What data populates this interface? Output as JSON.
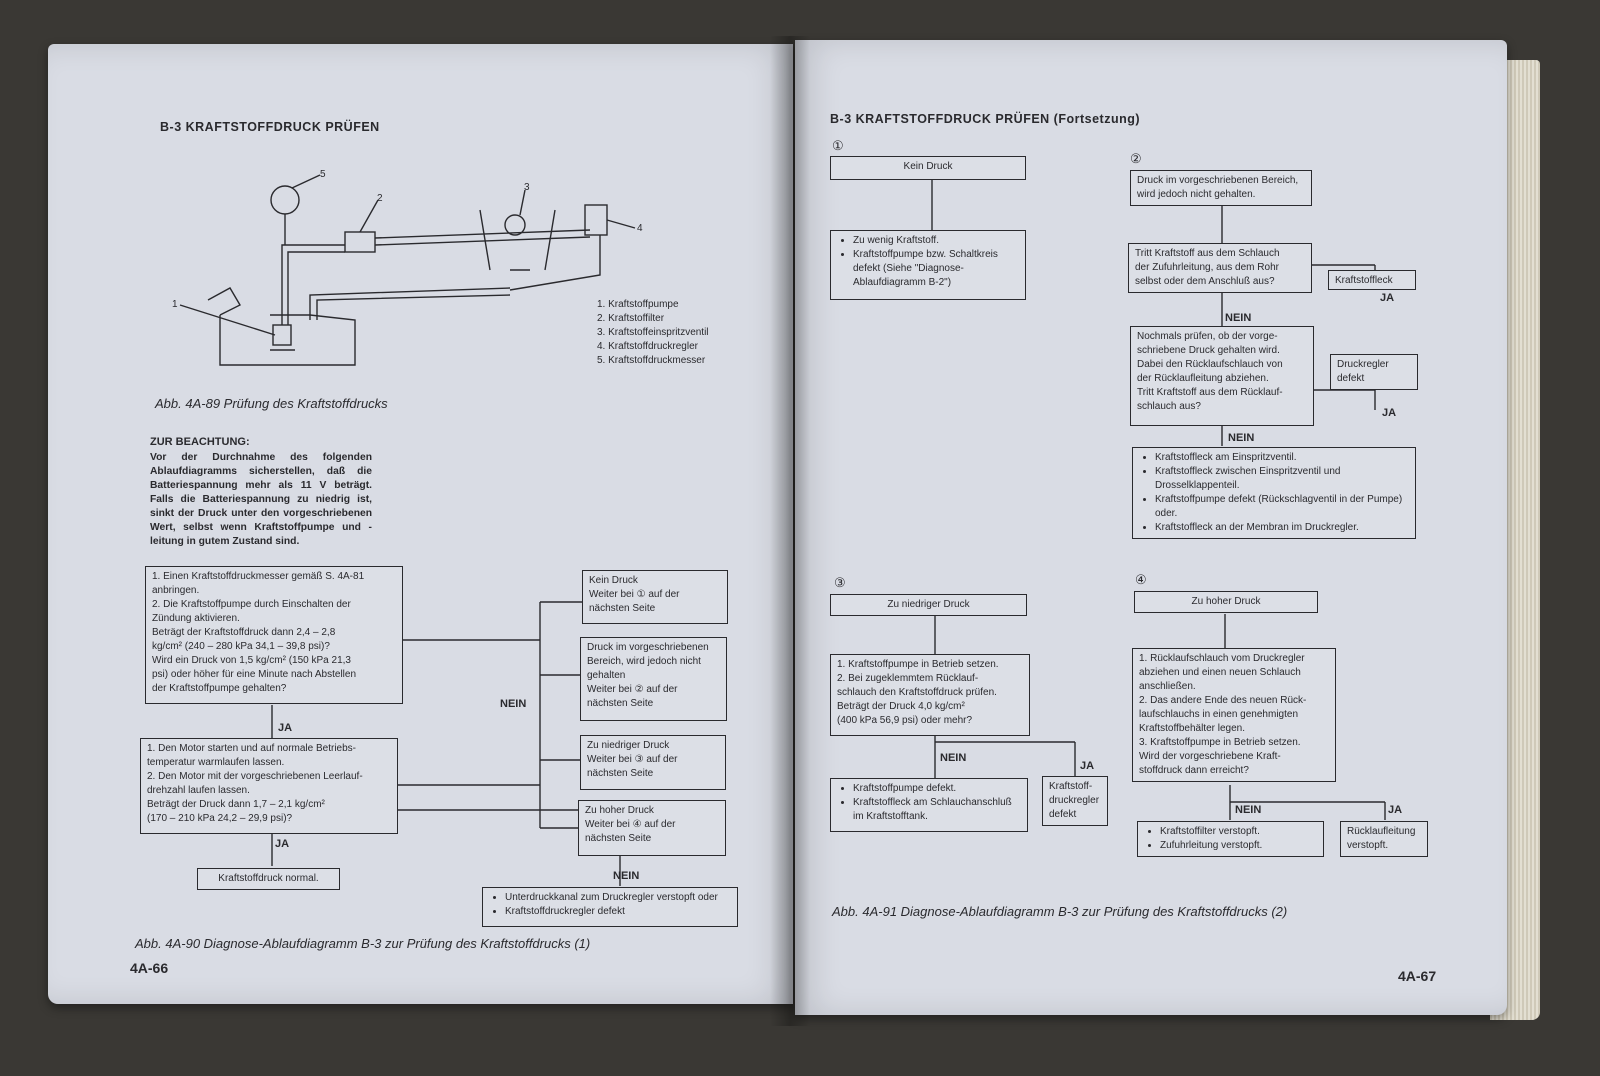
{
  "left_page": {
    "heading": "B-3 KRAFTSTOFFDRUCK PRÜFEN",
    "figure_caption_1": "Abb. 4A-89 Prüfung des Kraftstoffdrucks",
    "figure_numbers": [
      "1",
      "2",
      "3",
      "4",
      "5"
    ],
    "legend": [
      "1. Kraftstoffpumpe",
      "2. Kraftstoffilter",
      "3. Kraftstoffeinspritzventil",
      "4. Kraftstoffdruckregler",
      "5. Kraftstoffdruckmesser"
    ],
    "note_title": "ZUR BEACHTUNG:",
    "note_text": "Vor der Durchnahme des folgenden Ablaufdiagramms sicherstellen, daß die Batteriespannung mehr als 11 V beträgt. Falls die Batteriespannung zu niedrig ist, sinkt der Druck unter den vorgeschriebenen Wert, selbst wenn Kraftstoffpumpe und -leitung in gutem Zustand sind.",
    "box_a": "1. Einen Kraftstoffdruckmesser gemäß S. 4A-81\n   anbringen.\n2. Die Kraftstoffpumpe durch Einschalten der\n   Zündung aktivieren.\n   Beträgt der Kraftstoffdruck dann 2,4 – 2,8\n   kg/cm² (240 – 280 kPa 34,1 – 39,8 psi)?\n   Wird ein Druck von 1,5 kg/cm² (150 kPa 21,3\n   psi) oder höher für eine Minute nach Abstellen\n   der Kraftstoffpumpe gehalten?",
    "box_b": "1. Den Motor starten und auf normale Betriebs-\n   temperatur warmlaufen lassen.\n2. Den Motor mit der vorgeschriebenen Leerlauf-\n   drehzahl laufen lassen.\n   Beträgt der Druck dann 1,7 – 2,1 kg/cm²\n   (170 – 210 kPa 24,2 – 29,9 psi)?",
    "box_normal": "Kraftstoffdruck normal.",
    "ja": "JA",
    "nein": "NEIN",
    "opt_1": "Kein Druck\nWeiter bei ① auf der\nnächsten Seite",
    "opt_2": "Druck im vorgeschriebenen\nBereich, wird jedoch nicht\ngehalten\nWeiter bei ② auf der\nnächsten Seite",
    "opt_3": "Zu niedriger Druck\nWeiter bei ③ auf der\nnächsten Seite",
    "opt_4": "Zu hoher Druck\nWeiter bei ④ auf der\nnächsten Seite",
    "bottom_items": [
      "Unterdruckkanal zum Druckregler verstopft oder",
      "Kraftstoffdruckregler defekt"
    ],
    "figure_caption_2": "Abb. 4A-90 Diagnose-Ablaufdiagramm B-3 zur Prüfung des Kraftstoffdrucks (1)",
    "page_number": "4A-66"
  },
  "right_page": {
    "heading": "B-3 KRAFTSTOFFDRUCK PRÜFEN (Fortsetzung)",
    "sec1_num": "①",
    "sec1_title": "Kein Druck",
    "sec1_items": [
      "Zu wenig Kraftstoff.",
      "Kraftstoffpumpe bzw. Schaltkreis defekt (Siehe \"Diagnose-Ablaufdiagramm B-2\")"
    ],
    "sec2_num": "②",
    "sec2_title": "Druck im vorgeschriebenen Bereich,\nwird jedoch nicht gehalten.",
    "sec2_q1": "Tritt Kraftstoff aus dem Schlauch\nder Zufuhrleitung, aus dem Rohr\nselbst oder dem Anschluß aus?",
    "sec2_leak": "Kraftstoffleck",
    "sec2_q2": "Nochmals prüfen, ob der vorge-\nschriebene Druck gehalten wird.\nDabei den Rücklaufschlauch von\nder Rücklaufleitung abziehen.\nTritt Kraftstoff aus dem Rücklauf-\nschlauch aus?",
    "sec2_regler": "Druckregler\ndefekt",
    "sec2_items": [
      "Kraftstoffleck am Einspritzventil.",
      "Kraftstoffleck zwischen Einspritzventil und Drosselklappenteil.",
      "Kraftstoffpumpe defekt (Rückschlagventil in der Pumpe) oder.",
      "Kraftstoffleck an der Membran im Druckregler."
    ],
    "sec3_num": "③",
    "sec3_title": "Zu niedriger Druck",
    "sec3_q": "1. Kraftstoffpumpe in Betrieb setzen.\n2. Bei zugeklemmtem Rücklauf-\n   schlauch den Kraftstoffdruck prüfen.\n   Beträgt der Druck 4,0 kg/cm²\n   (400 kPa 56,9 psi) oder mehr?",
    "sec3_items": [
      "Kraftstoffpumpe defekt.",
      "Kraftstoffleck am Schlauchanschluß im Kraftstofftank."
    ],
    "sec3_ja_box": "Kraftstoff-\ndruckregler\ndefekt",
    "sec4_num": "④",
    "sec4_title": "Zu hoher Druck",
    "sec4_q": "1. Rücklaufschlauch vom Druckregler\n   abziehen und einen neuen Schlauch\n   anschließen.\n2. Das andere Ende des neuen Rück-\n   laufschlauchs in einen genehmigten\n   Kraftstoffbehälter legen.\n3. Kraftstoffpumpe in Betrieb setzen.\n   Wird der vorgeschriebene Kraft-\n   stoffdruck dann erreicht?",
    "sec4_items": [
      "Kraftstoffilter verstopft.",
      "Zufuhrleitung verstopft."
    ],
    "sec4_ja_box": "Rücklaufleitung\nverstopft.",
    "ja": "JA",
    "nein": "NEIN",
    "figure_caption": "Abb. 4A-91 Diagnose-Ablaufdiagramm B-3 zur Prüfung des Kraftstoffdrucks (2)",
    "page_number": "4A-67"
  }
}
